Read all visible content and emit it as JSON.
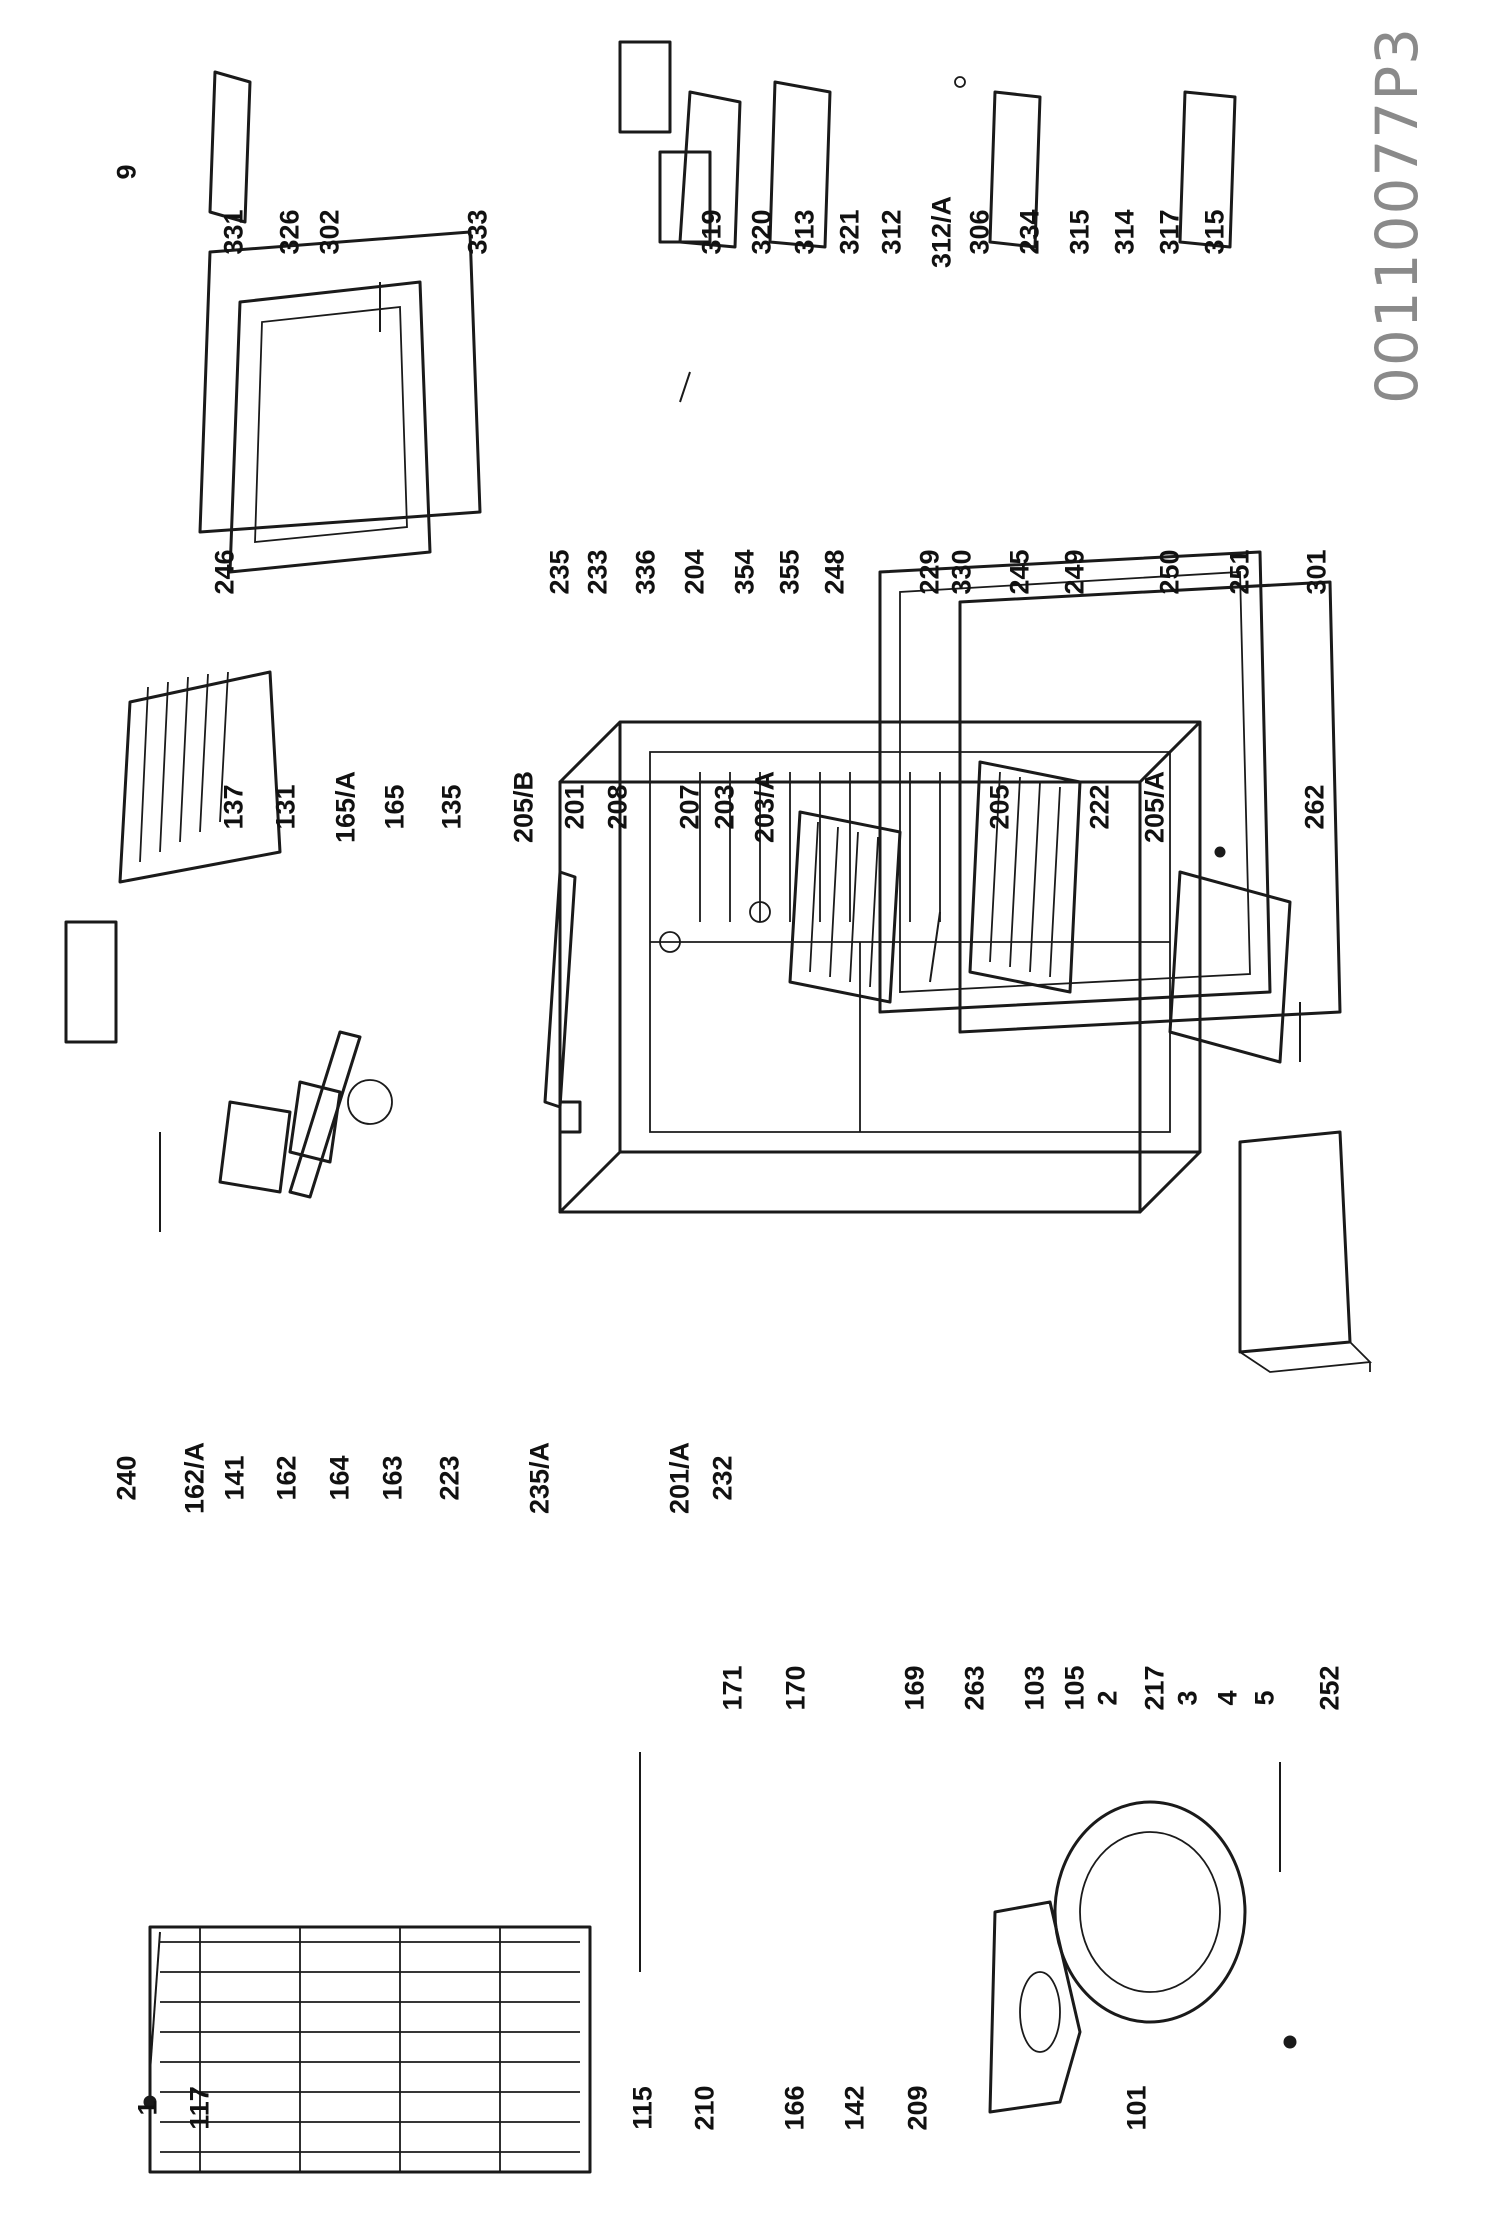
{
  "document_id": "00110077P3",
  "part_labels": [
    "1",
    "117",
    "115",
    "210",
    "166",
    "142",
    "209",
    "101",
    "171",
    "170",
    "169",
    "263",
    "103",
    "105",
    "2",
    "217",
    "3",
    "4",
    "5",
    "252",
    "240",
    "162/A",
    "141",
    "162",
    "164",
    "163",
    "223",
    "235/A",
    "201/A",
    "232",
    "9",
    "137",
    "131",
    "165/A",
    "165",
    "135",
    "205/B",
    "201",
    "208",
    "207",
    "203",
    "203/A",
    "205",
    "222",
    "205/A",
    "262",
    "246",
    "235",
    "233",
    "336",
    "204",
    "354",
    "355",
    "248",
    "229",
    "245",
    "249",
    "250",
    "251",
    "301",
    "330",
    "331",
    "326",
    "302",
    "333",
    "319",
    "320",
    "313",
    "321",
    "312",
    "312/A",
    "306",
    "234",
    "315",
    "314",
    "317"
  ]
}
